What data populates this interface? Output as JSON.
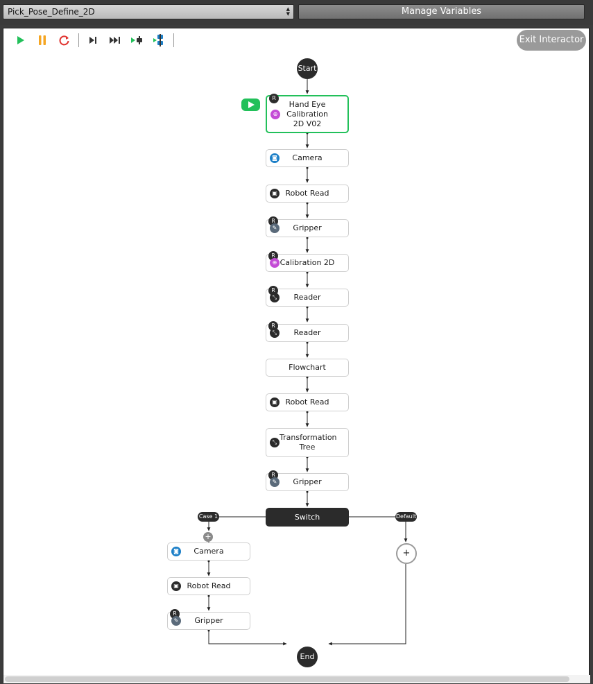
{
  "topbar": {
    "flow_select": {
      "value": "Pick_Pose_Define_2D"
    },
    "manage_variables_label": "Manage Variables"
  },
  "toolbar": {
    "exit_label": "Exit Interactor",
    "icons": [
      "play-icon",
      "pause-icon",
      "restart-icon",
      "step-icon",
      "step-over-icon",
      "run-to-breakpoint-icon",
      "breakpoint-icon"
    ]
  },
  "colors": {
    "accent_green": "#22c05a",
    "pause_orange": "#f5a623",
    "restart_red": "#e0322e",
    "node_dark": "#2b2b2b",
    "camera_blue": "#1c7fc7",
    "calibration_purple": "#c44bd6",
    "gripper_slate": "#5a6a7a"
  },
  "flow": {
    "start_label": "Start",
    "end_label": "End",
    "switch_label": "Switch",
    "case1_label": "Case 1",
    "default_label": "Default",
    "run_badge": "R",
    "plus_label": "+",
    "main_nodes": [
      {
        "label": "Hand Eye Calibration 2D V02",
        "icon": "calibration-icon",
        "badge": true,
        "active": true
      },
      {
        "label": "Camera",
        "icon": "camera-icon",
        "badge": false
      },
      {
        "label": "Robot Read",
        "icon": "robot-read-icon",
        "badge": false
      },
      {
        "label": "Gripper",
        "icon": "gripper-icon",
        "badge": true
      },
      {
        "label": "Calibration 2D",
        "icon": "calibration-icon",
        "badge": true
      },
      {
        "label": "Reader",
        "icon": "reader-icon",
        "badge": true
      },
      {
        "label": "Reader",
        "icon": "reader-icon",
        "badge": true
      },
      {
        "label": "Flowchart",
        "icon": "",
        "badge": false
      },
      {
        "label": "Robot Read",
        "icon": "robot-read-icon",
        "badge": false
      },
      {
        "label": "Transformation Tree",
        "icon": "transform-tree-icon",
        "badge": false
      },
      {
        "label": "Gripper",
        "icon": "gripper-icon",
        "badge": true
      }
    ],
    "case1_nodes": [
      {
        "label": "Camera",
        "icon": "camera-icon",
        "badge": false
      },
      {
        "label": "Robot Read",
        "icon": "robot-read-icon",
        "badge": false
      },
      {
        "label": "Gripper",
        "icon": "gripper-icon",
        "badge": true
      }
    ]
  }
}
